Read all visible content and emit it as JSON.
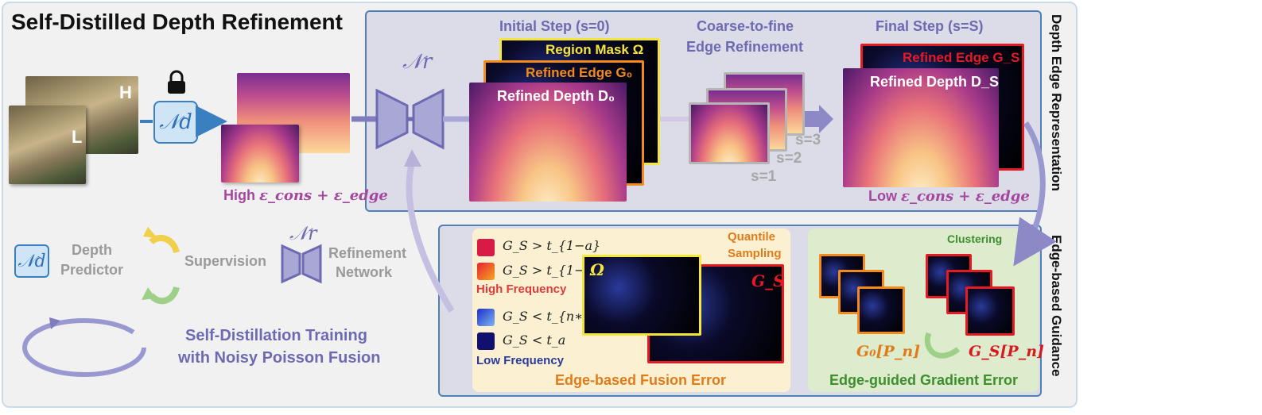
{
  "title": "Self-Distilled Depth Refinement",
  "side_labels": {
    "representation": "Depth Edge Representation",
    "guidance": "Edge-based Guidance"
  },
  "inputs": {
    "high_label": "H",
    "low_label": "L",
    "predictor_symbol": "𝒩d"
  },
  "high_error": {
    "prefix": "High",
    "formula": "ε_cons + ε_edge"
  },
  "low_error": {
    "prefix": "Low",
    "formula": "ε_cons + ε_edge"
  },
  "refine_net_symbol": "𝒩r",
  "initial_step": {
    "heading": "Initial Step (s=0)",
    "region_mask": "Region Mask Ω",
    "refined_edge": "Refined Edge G₀",
    "refined_depth": "Refined Depth D₀"
  },
  "coarse_to_fine": {
    "heading_line1": "Coarse-to-fine",
    "heading_line2": "Edge Refinement",
    "steps": [
      "s=3",
      "s=2",
      "s=1"
    ]
  },
  "final_step": {
    "heading": "Final Step (s=S)",
    "refined_edge": "Refined Edge G_S",
    "refined_depth": "Refined Depth D_S"
  },
  "legend": {
    "depth_predictor_symbol": "𝒩d",
    "depth_predictor_line1": "Depth",
    "depth_predictor_line2": "Predictor",
    "supervision": "Supervision",
    "refinement_symbol": "𝒩r",
    "refinement_line1": "Refinement",
    "refinement_line2": "Network",
    "training_line1": "Self-Distillation Training",
    "training_line2": "with Noisy Poisson Fusion"
  },
  "fusion": {
    "thresholds": [
      "G_S > t_{1−a}",
      "G_S > t_{1−n∗a}",
      "G_S < t_{n∗a}",
      "G_S < t_a"
    ],
    "high_freq": "High Frequency",
    "low_freq": "Low Frequency",
    "quantile_line1": "Quantile",
    "quantile_line2": "Sampling",
    "omega": "Ω",
    "gs": "G_S",
    "title": "Edge-based Fusion Error"
  },
  "gradient": {
    "clustering": "Clustering",
    "g0pn": "G₀[P_n]",
    "gspn": "G_S[P_n]",
    "title": "Edge-guided Gradient Error"
  },
  "colors": {
    "high1": "#d81b45",
    "high2_from": "#e8222f",
    "high2_to": "#f5a623",
    "low1_from": "#1d2fc9",
    "low1_to": "#7db4f0",
    "low2": "#10106e",
    "orange": "#e07b1a",
    "red": "#d71920",
    "purple": "#6d6ab2",
    "magenta": "#a3479f"
  }
}
